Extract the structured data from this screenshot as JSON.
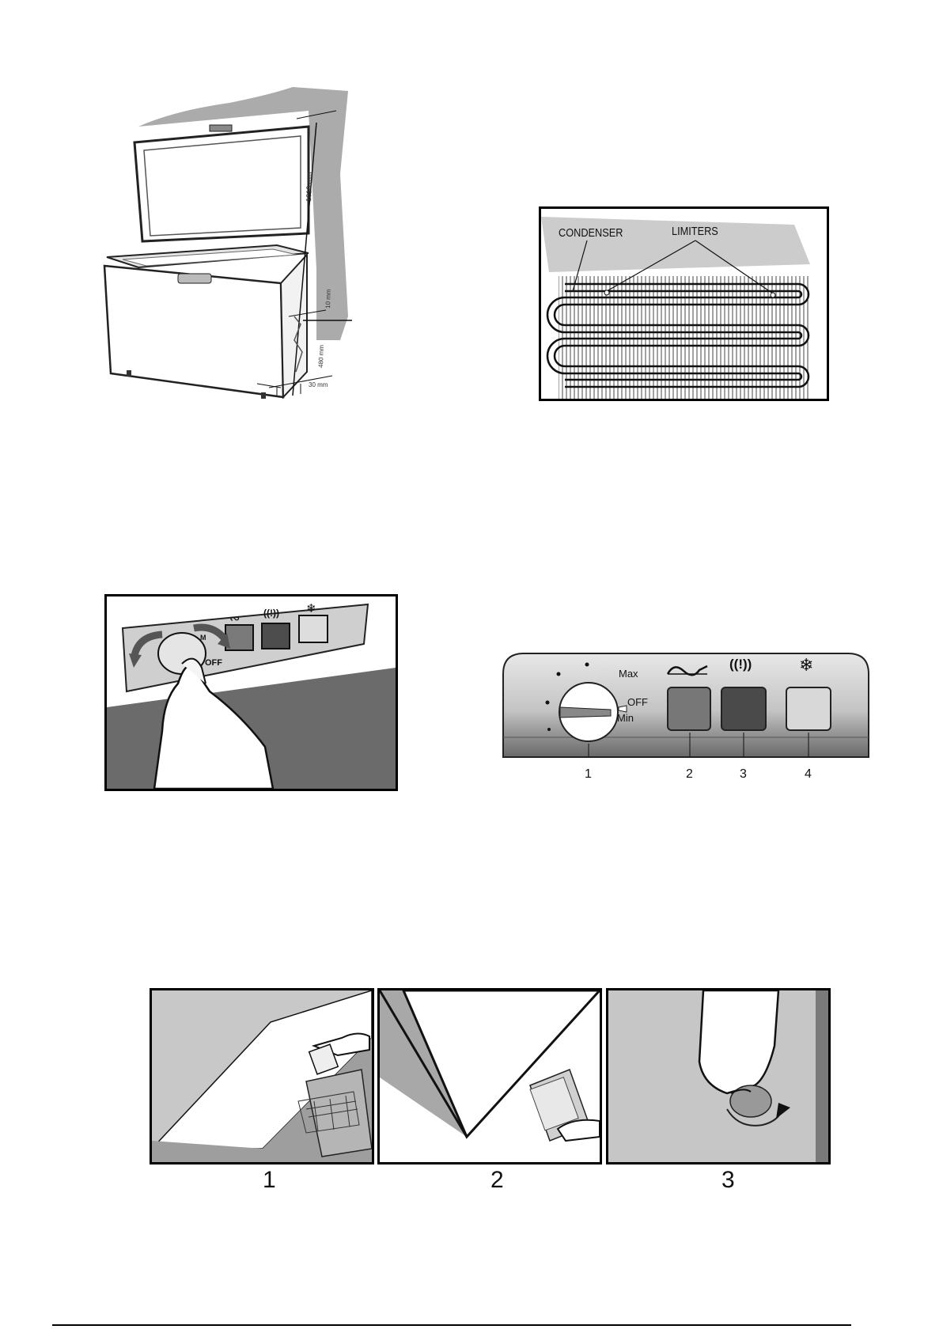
{
  "figure_installation": {
    "dimensions": [
      "1610 mm",
      "10 mm",
      "480 mm",
      "30 mm"
    ]
  },
  "figure_condenser": {
    "condenser_label": "CONDENSER",
    "limiters_label": "LIMITERS"
  },
  "figure_hand_knob": {
    "off_label": "OFF",
    "max_fragment": "M"
  },
  "figure_control_panel": {
    "max_label": "Max",
    "off_label": "OFF",
    "min_label": "Min",
    "callouts": [
      "1",
      "2",
      "3",
      "4"
    ],
    "colors": {
      "indicator_2": "#777777",
      "indicator_3": "#4a4a4a",
      "indicator_4": "#d8d8d8"
    },
    "icons": [
      "power-wave-icon",
      "alarm-icon",
      "snowflake-icon"
    ]
  },
  "figure_defrost_steps": {
    "step_numbers": [
      "1",
      "2",
      "3"
    ]
  }
}
